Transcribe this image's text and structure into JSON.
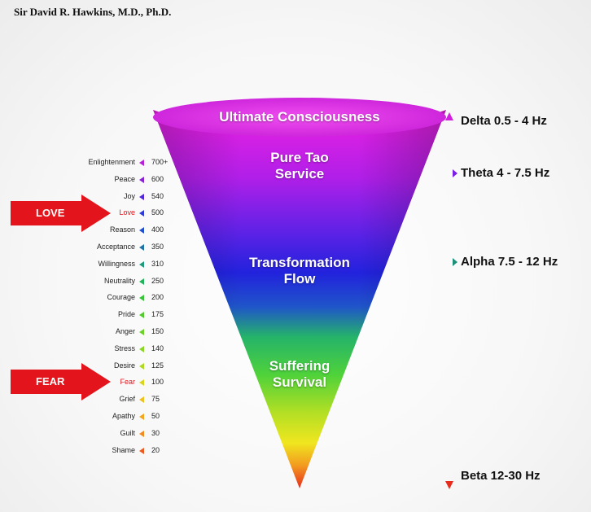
{
  "author": "Sir David R. Hawkins, M.D., Ph.D.",
  "cone_labels": {
    "top": "Ultimate Consciousness",
    "upper_line1": "Pure Tao",
    "upper_line2": "Service",
    "middle_line1": "Transformation",
    "middle_line2": "Flow",
    "lower_line1": "Suffering",
    "lower_line2": "Survival"
  },
  "scale_levels": [
    {
      "name": "Enlightenment",
      "value": "700+",
      "color": "#b51fd6"
    },
    {
      "name": "Peace",
      "value": "600",
      "color": "#8a1fd6"
    },
    {
      "name": "Joy",
      "value": "540",
      "color": "#5326d9"
    },
    {
      "name": "Love",
      "value": "500",
      "color": "#2b3ad9"
    },
    {
      "name": "Reason",
      "value": "400",
      "color": "#1f4fd0"
    },
    {
      "name": "Acceptance",
      "value": "350",
      "color": "#1f73a8"
    },
    {
      "name": "Willingness",
      "value": "310",
      "color": "#1f9a7a"
    },
    {
      "name": "Neutrality",
      "value": "250",
      "color": "#21b35a"
    },
    {
      "name": "Courage",
      "value": "200",
      "color": "#3ac33a"
    },
    {
      "name": "Pride",
      "value": "175",
      "color": "#52c92e"
    },
    {
      "name": "Anger",
      "value": "150",
      "color": "#6bd12a"
    },
    {
      "name": "Stress",
      "value": "140",
      "color": "#8ad626"
    },
    {
      "name": "Desire",
      "value": "125",
      "color": "#aed923"
    },
    {
      "name": "Fear",
      "value": "100",
      "color": "#d9d51f"
    },
    {
      "name": "Grief",
      "value": "75",
      "color": "#f0c020"
    },
    {
      "name": "Apathy",
      "value": "50",
      "color": "#f2a51f"
    },
    {
      "name": "Guilt",
      "value": "30",
      "color": "#f08c1f"
    },
    {
      "name": "Shame",
      "value": "20",
      "color": "#ec5a1f"
    }
  ],
  "callouts": {
    "love": "LOVE",
    "fear": "FEAR"
  },
  "brainwave_bands": {
    "delta": "Delta 0.5 - 4 Hz",
    "theta": "Theta 4 - 7.5 Hz",
    "alpha": "Alpha 7.5 - 12 Hz",
    "beta": "Beta 12-30 Hz"
  },
  "colors": {
    "callout_red": "#e3141b",
    "cone_top": "#e31ee0",
    "cone_purple": "#7a1fe6",
    "cone_blue": "#2222dd",
    "cone_green": "#3fd13f",
    "cone_yellow": "#f0e61f",
    "cone_red": "#e82b1b"
  }
}
